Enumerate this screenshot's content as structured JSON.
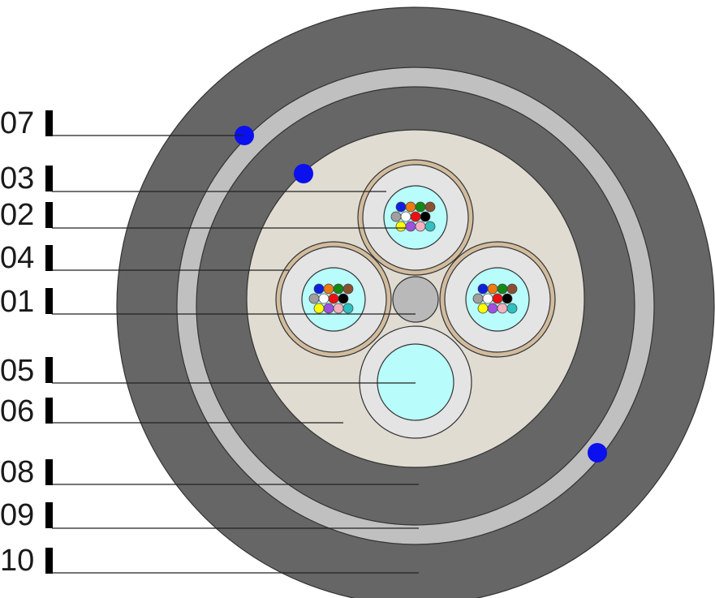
{
  "labels": {
    "l07": "07",
    "l03": "03",
    "l02": "02",
    "l04": "04",
    "l01": "01",
    "l05": "05",
    "l06": "06",
    "l08": "08",
    "l09": "09",
    "l10": "10"
  },
  "colors": {
    "outer_jacket": "#666666",
    "armor_ring": "#c0c0c0",
    "inner_sheath": "#666666",
    "core_filler": "#e0dcd2",
    "tube_jacket": "#d2bc9e",
    "tube_wall": "#e4e4e4",
    "tube_gel": "#b8fcfc",
    "central_member": "#b9b9b9",
    "ripcord_dot": "#0a10ee"
  },
  "fiber_colors": [
    "#1020e0",
    "#f07a10",
    "#138a13",
    "#8a5030",
    "#a0a0a0",
    "#ffffff",
    "#ee1010",
    "#000000",
    "#ffff00",
    "#a050e0",
    "#f4b0c0",
    "#30c0c0"
  ]
}
